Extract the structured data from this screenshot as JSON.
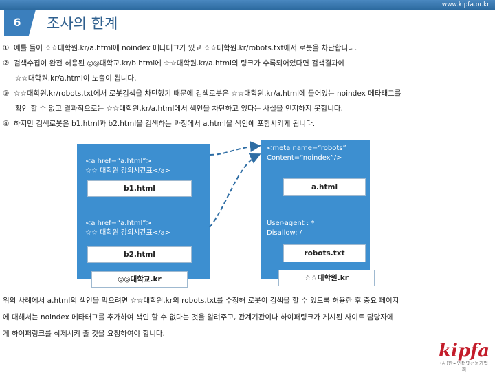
{
  "site_url": "www.kipfa.or.kr",
  "slide": {
    "number": "6",
    "title": "조사의 한계"
  },
  "steps": [
    {
      "mark": "①",
      "text": "예를 들어 ☆☆대학원.kr/a.html에 noindex 메타태그가 있고 ☆☆대학원.kr/robots.txt에서 로봇을 차단합니다."
    },
    {
      "mark": "②",
      "text": "검색수집이 완전 허용된 ◎◎대학교.kr/b.html에 ☆☆대학원.kr/a.html의 링크가 수록되어있다면 검색결과에",
      "cont": "☆☆대학원.kr/a.html이 노출이 됩니다."
    },
    {
      "mark": "③",
      "text": "☆☆대학원.kr/robots.txt에서 로봇검색을 차단했기 때문에 검색로봇은 ☆☆대학원.kr/a.html에 들어있는 noindex 메타태그를",
      "cont": "확인 할 수 없고 결과적으로는 ☆☆대학원.kr/a.html에서 색인을 차단하고 있다는 사실을 인지하지 못합니다."
    },
    {
      "mark": "④",
      "text": "하지만 검색로봇은 b1.html과 b2.html을 검색하는 과정에서 a.html을 색인에 포함시키게 됩니다."
    }
  ],
  "diagram": {
    "left": {
      "link1": [
        "<a href=“a.html”>",
        "☆☆ 대학원 강의시간표</a>"
      ],
      "file1": "b1.html",
      "link2": [
        "<a href=“a.html”>",
        "☆☆ 대학원 강의시간표</a>"
      ],
      "file2": "b2.html",
      "site": "◎◎대학교.kr"
    },
    "right": {
      "meta": [
        "<meta name=“robots”",
        "Content=“noindex”/>"
      ],
      "file1": "a.html",
      "robots": [
        "User-agent : *",
        "Disallow: /"
      ],
      "file2": "robots.txt",
      "site": "☆☆대학원.kr"
    },
    "colors": {
      "panel": "#3d8fd0",
      "arrow": "#2e6da4"
    }
  },
  "bottom": [
    "위의 사례에서 a.html의 색인을 막으려면 ☆☆대학원.kr의 robots.txt를 수정해 로봇이 검색을 할 수 있도록 허용한 후 중요 페이지",
    "에 대해서는 noindex 메타태그를 추가하여 색인 할 수 없다는 것을 알려주고, 관계기관이나 하이퍼링크가 게시된 사이트 담당자에",
    "게 하이퍼링크를 삭제시켜 줄 것을 요청하여야 합니다."
  ],
  "logo": {
    "main": "kipfa",
    "sub": "(사)한국인터넷전문가협회"
  }
}
